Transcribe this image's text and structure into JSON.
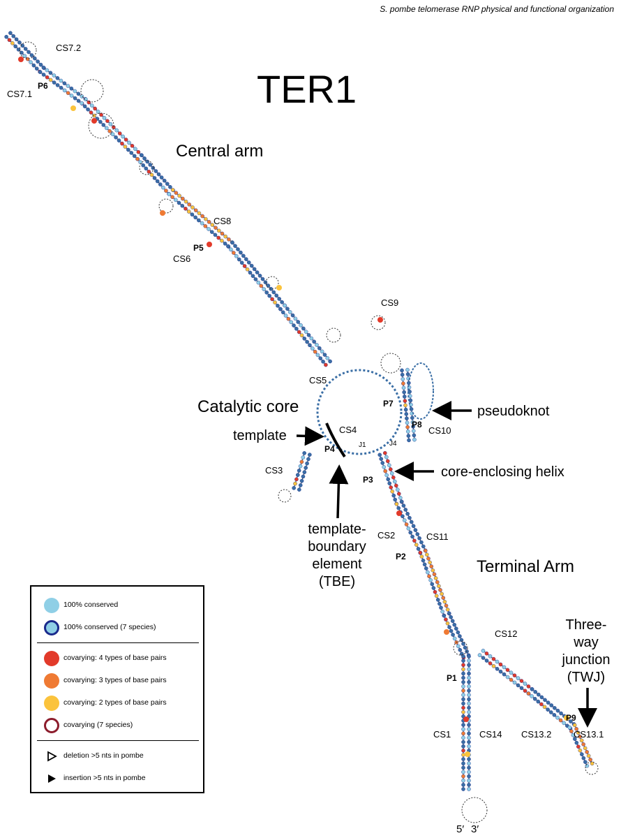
{
  "header": "S. pombe telomerase RNP physical and functional organization",
  "title": "TER1",
  "regions": {
    "central_arm": "Central arm",
    "catalytic_core": "Catalytic core",
    "terminal_arm": "Terminal Arm"
  },
  "annotations": {
    "template": "template",
    "pseudoknot": "pseudoknot",
    "core_enclosing_helix": "core-enclosing helix",
    "tbe_line1": "template-",
    "tbe_line2": "boundary",
    "tbe_line3": "element",
    "tbe_line4": "(TBE)",
    "twj_line1": "Three-",
    "twj_line2": "way",
    "twj_line3": "junction",
    "twj_line4": "(TWJ)"
  },
  "labels": {
    "cs7_2": "CS7.2",
    "cs7_1": "CS7.1",
    "p6": "P6",
    "cs8": "CS8",
    "cs6": "CS6",
    "p5": "P5",
    "cs9": "CS9",
    "cs5": "CS5",
    "cs4": "CS4",
    "p4": "P4",
    "j1": "J1",
    "cs3": "CS3",
    "p7": "P7",
    "p8": "P8",
    "cs10": "CS10",
    "j4": "J4",
    "p3": "P3",
    "cs2": "CS2",
    "cs11": "CS11",
    "p2": "P2",
    "cs12": "CS12",
    "p1": "P1",
    "cs1": "CS1",
    "cs14": "CS14",
    "cs13_2": "CS13.2",
    "p9": "P9",
    "cs13_1": "CS13.1",
    "five_prime": "5′",
    "three_prime": "3′"
  },
  "legend": {
    "items": [
      {
        "label": "100% conserved",
        "symbol": "conserved"
      },
      {
        "label": "100% conserved (7 species)",
        "symbol": "conserved7"
      },
      {
        "label": "covarying: 4 types of base pairs",
        "symbol": "cov4"
      },
      {
        "label": "covarying: 3 types of base pairs",
        "symbol": "cov3"
      },
      {
        "label": "covarying: 2 types of base pairs",
        "symbol": "cov2"
      },
      {
        "label": "covarying (7 species)",
        "symbol": "cov7"
      },
      {
        "label": "deletion >5 nts in pombe",
        "symbol": "deletion"
      },
      {
        "label": "insertion >5 nts in pombe",
        "symbol": "insertion"
      }
    ]
  },
  "colors": {
    "conserved": "#8fcfe6",
    "conserved_ring": "#1a2a8c",
    "strand": "#3a6ea5",
    "cov4": "#e23a2a",
    "cov3": "#ef7a33",
    "cov2": "#fbc33c",
    "cov7": "#8c1c2c",
    "backbone": "#333333"
  }
}
